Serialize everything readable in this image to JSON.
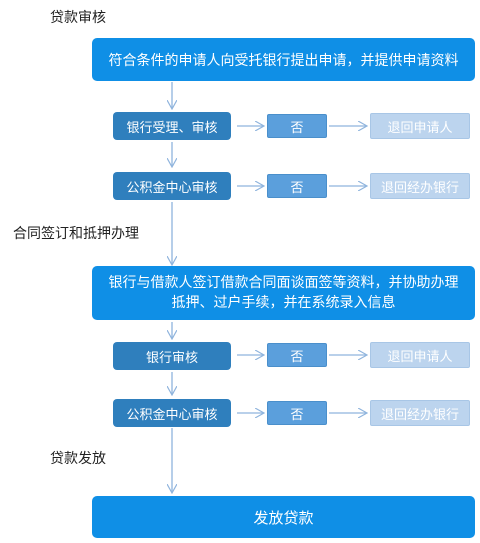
{
  "sections": {
    "loan_review": "贷款审核",
    "contract": "合同签订和抵押办理",
    "disbursement": "贷款发放"
  },
  "steps": {
    "apply": "符合条件的申请人向受托银行提出申请，并提供申请资料",
    "bank_accept": "银行受理、审核",
    "fund_review_1": "公积金中心审核",
    "sign_contract": "银行与借款人签订借款合同面谈面签等资料，并协助办理抵押、过户手续，并在系统录入信息",
    "bank_review": "银行审核",
    "fund_review_2": "公积金中心审核",
    "disburse": "发放贷款"
  },
  "decisions": {
    "no_1": "否",
    "no_2": "否",
    "no_3": "否",
    "no_4": "否"
  },
  "outcomes": {
    "return_applicant_1": "退回申请人",
    "return_bank_1": "退回经办银行",
    "return_applicant_2": "退回申请人",
    "return_bank_2": "退回经办银行"
  }
}
